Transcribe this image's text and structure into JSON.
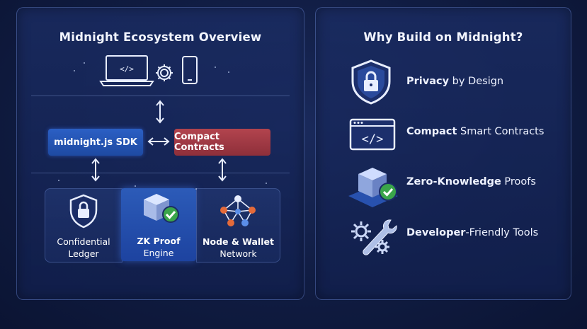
{
  "left_panel": {
    "title": "Midnight Ecosystem Overview",
    "code_glyph": "</>",
    "sdk_label": "midnight.js SDK",
    "contracts_label": "Compact Contracts",
    "modules": [
      {
        "line1": "Confidential",
        "line2": "Ledger"
      },
      {
        "line1": "ZK Proof",
        "line2": "Engine"
      },
      {
        "line1": "Node & Wallet",
        "line2": "Network"
      }
    ]
  },
  "right_panel": {
    "title": "Why Build on Midnight?",
    "code_glyph": "</>",
    "items": [
      {
        "bold": "Privacy",
        "rest": " by Design",
        "icon": "shield-lock-icon"
      },
      {
        "bold": "Compact",
        "rest": " Smart Contracts",
        "icon": "code-window-icon"
      },
      {
        "bold": "Zero-Knowledge",
        "rest": " Proofs",
        "icon": "cube-check-icon"
      },
      {
        "bold": "Developer",
        "rest": "-Friendly Tools",
        "icon": "gears-wrench-icon"
      }
    ]
  },
  "colors": {
    "background": "#101c42",
    "sdk_blue": "#2b5fc4",
    "contracts_red": "#b2444e",
    "check_green": "#3aa54a"
  }
}
